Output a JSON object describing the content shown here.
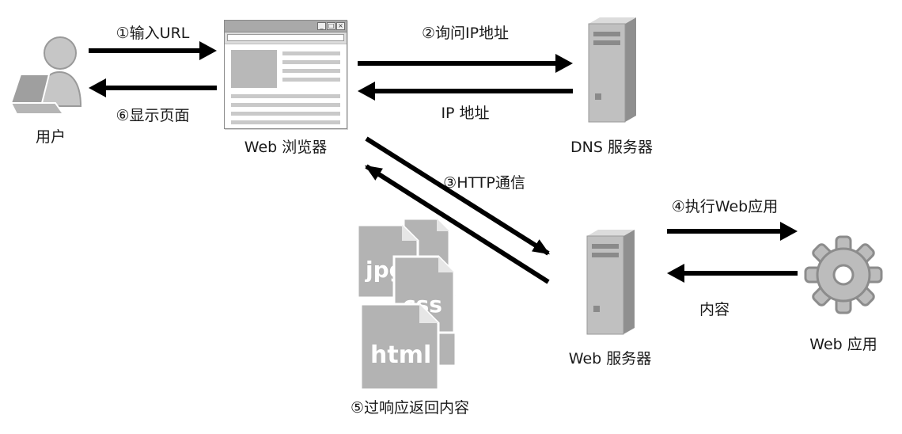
{
  "nodes": {
    "user": {
      "label": "用户"
    },
    "browser": {
      "label": "Web 浏览器",
      "controls": {
        "min": "_",
        "max": "□",
        "close": "×"
      }
    },
    "dns": {
      "label": "DNS 服务器"
    },
    "webserver": {
      "label": "Web 服务器"
    },
    "webapp": {
      "label": "Web 应用"
    }
  },
  "files": {
    "doc_jpg": "jpg",
    "doc_css": "css",
    "doc_html": "html",
    "caption": "⑤过响应返回内容"
  },
  "edges": {
    "input_url": "①输入URL",
    "display_page": "⑥显示页面",
    "query_ip": "②询问IP地址",
    "ip_address": "IP 地址",
    "http": "③HTTP通信",
    "run_webapp": "④执行Web应用",
    "content": "内容"
  },
  "colors": {
    "arrow": "#000000",
    "icon_fill": "#c0c0c0",
    "icon_side": "#8f8f8f",
    "doc_fill": "#b3b3b3",
    "text": "#1a1a1a"
  }
}
